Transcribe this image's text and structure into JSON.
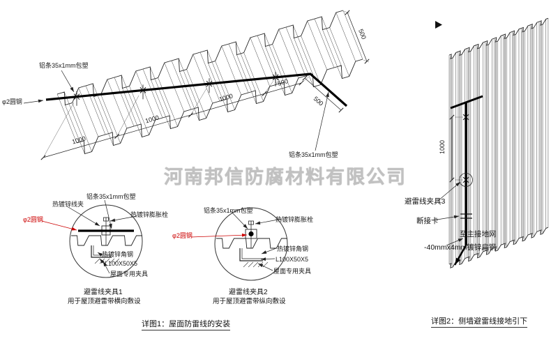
{
  "watermark": "河南邦信防腐材料有限公司",
  "colors": {
    "red_label": "#cc0000",
    "line": "#222222"
  },
  "roof": {
    "label_strip_top": "铝条35x1mm包塑",
    "label_strip_right": "铝条35x1mm包塑",
    "label_round_steel": "φ2圆钢",
    "dims_bottom": [
      "1000",
      "1000",
      "1000",
      "500"
    ],
    "dim_right": "500",
    "dim_bend": "500",
    "caption": "详图1：屋面防雷线的安装"
  },
  "detail1": {
    "title": "避雷线夹具1",
    "subtitle": "用于屋顶避雷带横向敷设",
    "label_wire_clip": "热镀锌线夹",
    "label_strip": "铝条35x1mm包塑",
    "label_expansion_bolt": "热镀锌膨胀栓",
    "label_round_steel": "φ2圆钢",
    "label_angle_steel": "热镀锌角钢",
    "label_angle_spec": "L100X50X5",
    "label_roof_clamp": "屋面专用夹具"
  },
  "detail2": {
    "title": "避雷线夹具2",
    "subtitle": "用于屋顶避雷带纵向敷设",
    "label_strip": "铝条35x1mm包塑",
    "label_expansion_bolt": "热镀锌膨胀栓",
    "label_round_steel": "φ2圆钢",
    "label_angle_steel": "热镀锌角钢",
    "label_angle_spec": "L100X50X5",
    "label_roof_clamp": "屋面专用夹具"
  },
  "wall": {
    "dim_vertical": "1000",
    "label_clamp3": "避雷线夹具3",
    "label_disconnect": "断接卡",
    "label_to_ground": "至主接地网",
    "label_flat_steel": "-40mmx4mm镀锌扁钢",
    "caption": "详图2：侧墙避雷线接地引下"
  }
}
